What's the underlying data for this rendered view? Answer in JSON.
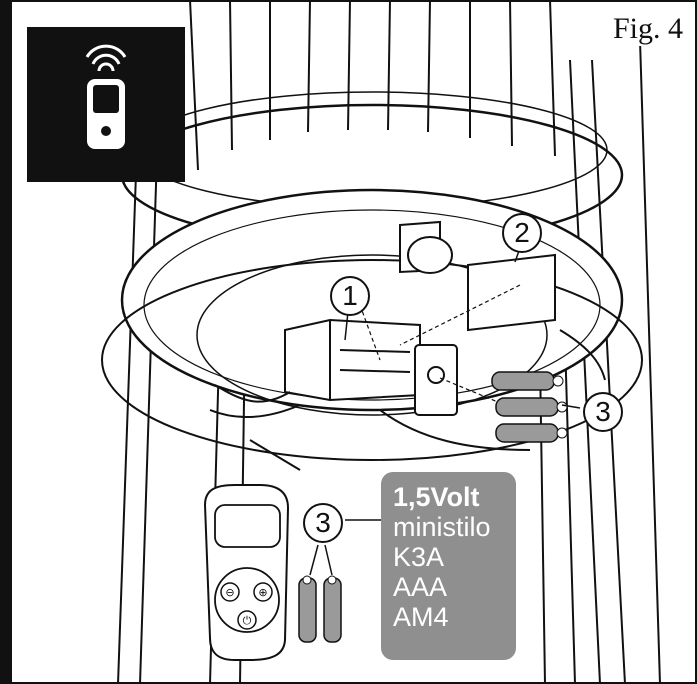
{
  "figure": {
    "label": "Fig. 4"
  },
  "callouts": [
    {
      "id": "c1",
      "text": "1"
    },
    {
      "id": "c2",
      "text": "2"
    },
    {
      "id": "c3a",
      "text": "3"
    },
    {
      "id": "c3b",
      "text": "3"
    }
  ],
  "battery_spec": {
    "voltage": "1,5Volt",
    "types": [
      "ministilo",
      "K3A",
      "AAA",
      "AM4"
    ]
  },
  "remote": {
    "buttons": [
      "⊖",
      "⊕",
      "⏻"
    ]
  },
  "icons": {
    "badge": "remote-control-signal-icon"
  },
  "colors": {
    "ink": "#111111",
    "spec_box": "#8f8f8f",
    "battery": "#9a9a9a"
  }
}
